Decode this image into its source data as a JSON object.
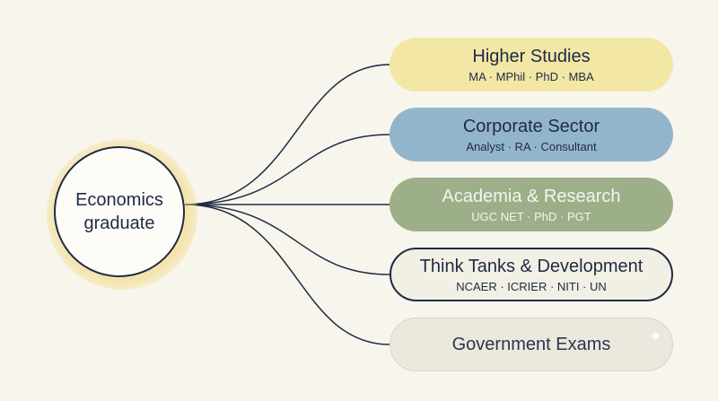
{
  "hub": {
    "label": "Economics graduate"
  },
  "nodes": [
    {
      "title": "Higher Studies",
      "subtitle": "MA · MPhil · PhD · MBA"
    },
    {
      "title": "Corporate Sector",
      "subtitle": "Analyst · RA · Consultant"
    },
    {
      "title": "Academia & Research",
      "subtitle": "UGC NET · PhD · PGT"
    },
    {
      "title": "Think Tanks & Development",
      "subtitle": "NCAER · ICRIER · NITI · UN"
    },
    {
      "title": "Government Exams",
      "subtitle": ""
    }
  ],
  "colors": {
    "background": "#f8f5ec",
    "ink": "#1f2a44",
    "higher_studies": "#f3e7a6",
    "corporate_sector": "#93b5cc",
    "academia_research": "#9daf88",
    "think_tanks": "#f2f0e4",
    "government_exams": "#ebe8dd",
    "hub_glow": "#f0d678"
  },
  "icons": {
    "corner_decoration": "sparkle-icon"
  }
}
